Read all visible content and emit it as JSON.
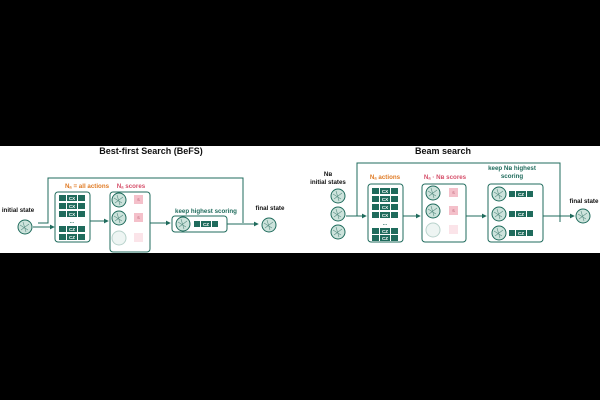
{
  "befs": {
    "title": "Best-first Search (BeFS)",
    "initial_state": "initial state",
    "actions_label": "Nₐ = all actions",
    "scores_label": "Nₐ scores",
    "keep_label": "keep highest scoring",
    "final_state": "final state",
    "gate_cx": "CX",
    "gate_cz": "CZ",
    "ellipsis": "...",
    "score_symbol": "S"
  },
  "beam": {
    "title": "Beam search",
    "initial_states_line1": "Nʙ",
    "initial_states_line2": "initial states",
    "actions_label": "Nₐ actions",
    "scores_label": "Nₐ · Nʙ scores",
    "keep_line1": "keep Nʙ highest",
    "keep_line2": "scoring",
    "final_state": "final state",
    "gate_cx": "CX",
    "gate_cz": "CZ",
    "ellipsis": "...",
    "score_symbol": "S"
  },
  "colors": {
    "teal": "#1f6b5c",
    "teal_fill": "#cde3dc",
    "orange": "#e07b25",
    "pink": "#d6506b",
    "pink_fill": "#f4c0ca"
  }
}
